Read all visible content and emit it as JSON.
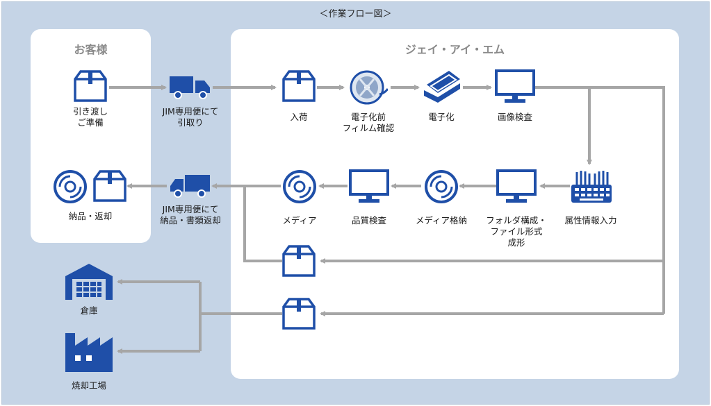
{
  "title": "＜作業フロー図＞",
  "client": {
    "header": "お客様",
    "prepare": "引き渡し\nご準備",
    "deliver": "納品・返却"
  },
  "company": {
    "header": "ジェイ・アイ・エム"
  },
  "transport": {
    "pickup": "JIM専用便にて\n引取り",
    "return": "JIM専用便にて\n納品・書類返却"
  },
  "steps": {
    "arrival": "入荷",
    "film_check": "電子化前\nフィルム確認",
    "digitize": "電子化",
    "image_check": "画像検査",
    "attribute_input": "属性情報入力",
    "folder_build": "フォルダ構成・\nファイル形式\n成形",
    "media_store": "メディア格納",
    "quality_check": "品質検査",
    "media": "メディア"
  },
  "destinations": {
    "warehouse": "倉庫",
    "incineration": "焼却工場"
  },
  "colors": {
    "background": "#c5d4e6",
    "icon_blue": "#1f4fa8",
    "arrow_gray": "#a6a6a6"
  }
}
